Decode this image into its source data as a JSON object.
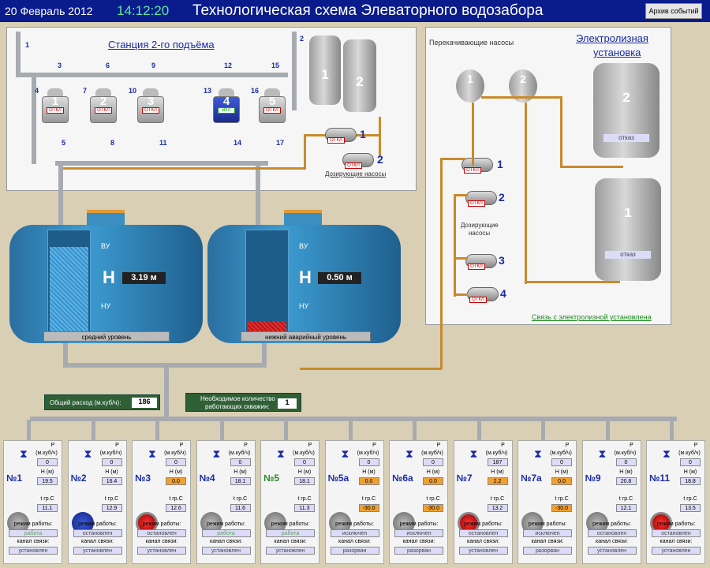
{
  "header": {
    "date": "20 Февраль 2012",
    "time": "14:12:20",
    "title": "Технологическая схема Элеваторного водозабора",
    "archive_button": "Архив событий"
  },
  "station": {
    "title": "Станция 2-го подъёма",
    "valves": [
      "1",
      "2",
      "3",
      "4",
      "5",
      "6",
      "7",
      "8",
      "9",
      "10",
      "11",
      "12",
      "13",
      "14",
      "15",
      "16",
      "17"
    ],
    "pumps": [
      {
        "num": "1",
        "status": "ОТКЛ"
      },
      {
        "num": "2",
        "status": "ОТКЛ"
      },
      {
        "num": "3",
        "status": "ОТКЛ"
      },
      {
        "num": "4",
        "status": "ВКЛ"
      },
      {
        "num": "5",
        "status": "ОТКЛ"
      }
    ],
    "tanks": [
      "1",
      "2"
    ],
    "dosing_pumps": [
      {
        "num": "1",
        "status": "ОТКЛ"
      },
      {
        "num": "2",
        "status": "ОТКЛ"
      }
    ],
    "dosing_label": "Дозирующие насосы"
  },
  "electrolysis": {
    "title_line1": "Электролизная",
    "title_line2": "установка",
    "transfer_label": "Перекачивающие насосы",
    "transfer_pumps": [
      "1",
      "2"
    ],
    "dosing_pumps": [
      {
        "num": "1",
        "status": "ОТКЛ"
      },
      {
        "num": "2",
        "status": "ОТКЛ"
      },
      {
        "num": "3",
        "status": "ОТКЛ"
      },
      {
        "num": "4",
        "status": "ОТКЛ"
      }
    ],
    "dosing_label_line1": "Дозирующие",
    "dosing_label_line2": "насосы",
    "tanks": [
      {
        "num": "2",
        "status": "отказ"
      },
      {
        "num": "1",
        "status": "отказ"
      }
    ],
    "link": "Связь с электролизной установлена"
  },
  "reservoirs": [
    {
      "H": "H",
      "value": "3.19 м",
      "vu": "ВУ",
      "nu": "НУ",
      "label": "средний уровень",
      "level": 0.85
    },
    {
      "H": "H",
      "value": "0.50 м",
      "vu": "ВУ",
      "nu": "НУ",
      "label": "нижний аварийный уровень",
      "level": 0.12
    }
  ],
  "totals": {
    "flow_label": "Общий расход (м.куб/ч):",
    "flow_value": "186",
    "wells_label_line1": "Необходимое количество",
    "wells_label_line2": "работающих скважин:",
    "wells_value": "1"
  },
  "well_labels": {
    "P": "P",
    "P_unit": "(м.куб/ч)",
    "H": "H (м)",
    "T": "t гр.С",
    "mode": "режим работы:",
    "channel": "канал связи:"
  },
  "wells": [
    {
      "name": "№1",
      "p": "0",
      "h": "19.5",
      "t": "11.1",
      "mode": "работа",
      "mode_color": "#5fa05f",
      "channel": "установлен",
      "pump": "grey",
      "h_alert": false,
      "t_alert": false
    },
    {
      "name": "№2",
      "p": "0",
      "h": "16.4",
      "t": "12.9",
      "mode": "остановлен",
      "mode_color": "#444",
      "channel": "установлен",
      "pump": "blue",
      "h_alert": false,
      "t_alert": false
    },
    {
      "name": "№3",
      "p": "0",
      "h": "0.0",
      "t": "12.6",
      "mode": "остановлен",
      "mode_color": "#444",
      "channel": "установлен",
      "pump": "red",
      "h_alert": true,
      "t_alert": false
    },
    {
      "name": "№4",
      "p": "0",
      "h": "18.1",
      "t": "11.6",
      "mode": "работа",
      "mode_color": "#5fa05f",
      "channel": "установлен",
      "pump": "grey",
      "h_alert": false,
      "t_alert": false
    },
    {
      "name": "№5",
      "p": "0",
      "h": "18.1",
      "t": "11.3",
      "mode": "работа",
      "mode_color": "#5fa05f",
      "channel": "установлен",
      "pump": "grey",
      "h_alert": false,
      "t_alert": false
    },
    {
      "name": "№5а",
      "p": "0",
      "h": "0.0",
      "t": "-30.0",
      "mode": "исключен",
      "mode_color": "#444",
      "channel": "разорван",
      "pump": "grey",
      "h_alert": true,
      "t_alert": true
    },
    {
      "name": "№6а",
      "p": "0",
      "h": "0.0",
      "t": "-30.0",
      "mode": "исключен",
      "mode_color": "#444",
      "channel": "разорван",
      "pump": "grey",
      "h_alert": true,
      "t_alert": true
    },
    {
      "name": "№7",
      "p": "187",
      "h": "2.2",
      "t": "13.2",
      "mode": "остановлен",
      "mode_color": "#444",
      "channel": "установлен",
      "pump": "red",
      "h_alert": true,
      "t_alert": false
    },
    {
      "name": "№7а",
      "p": "0",
      "h": "0.0",
      "t": "-30.0",
      "mode": "исключен",
      "mode_color": "#444",
      "channel": "разорван",
      "pump": "grey",
      "h_alert": true,
      "t_alert": true
    },
    {
      "name": "№9",
      "p": "0",
      "h": "20.8",
      "t": "12.1",
      "mode": "остановлен",
      "mode_color": "#444",
      "channel": "установлен",
      "pump": "grey",
      "h_alert": false,
      "t_alert": false
    },
    {
      "name": "№11",
      "p": "0",
      "h": "18.8",
      "t": "13.5",
      "mode": "остановлен",
      "mode_color": "#444",
      "channel": "установлен",
      "pump": "red",
      "h_alert": false,
      "t_alert": false
    }
  ]
}
